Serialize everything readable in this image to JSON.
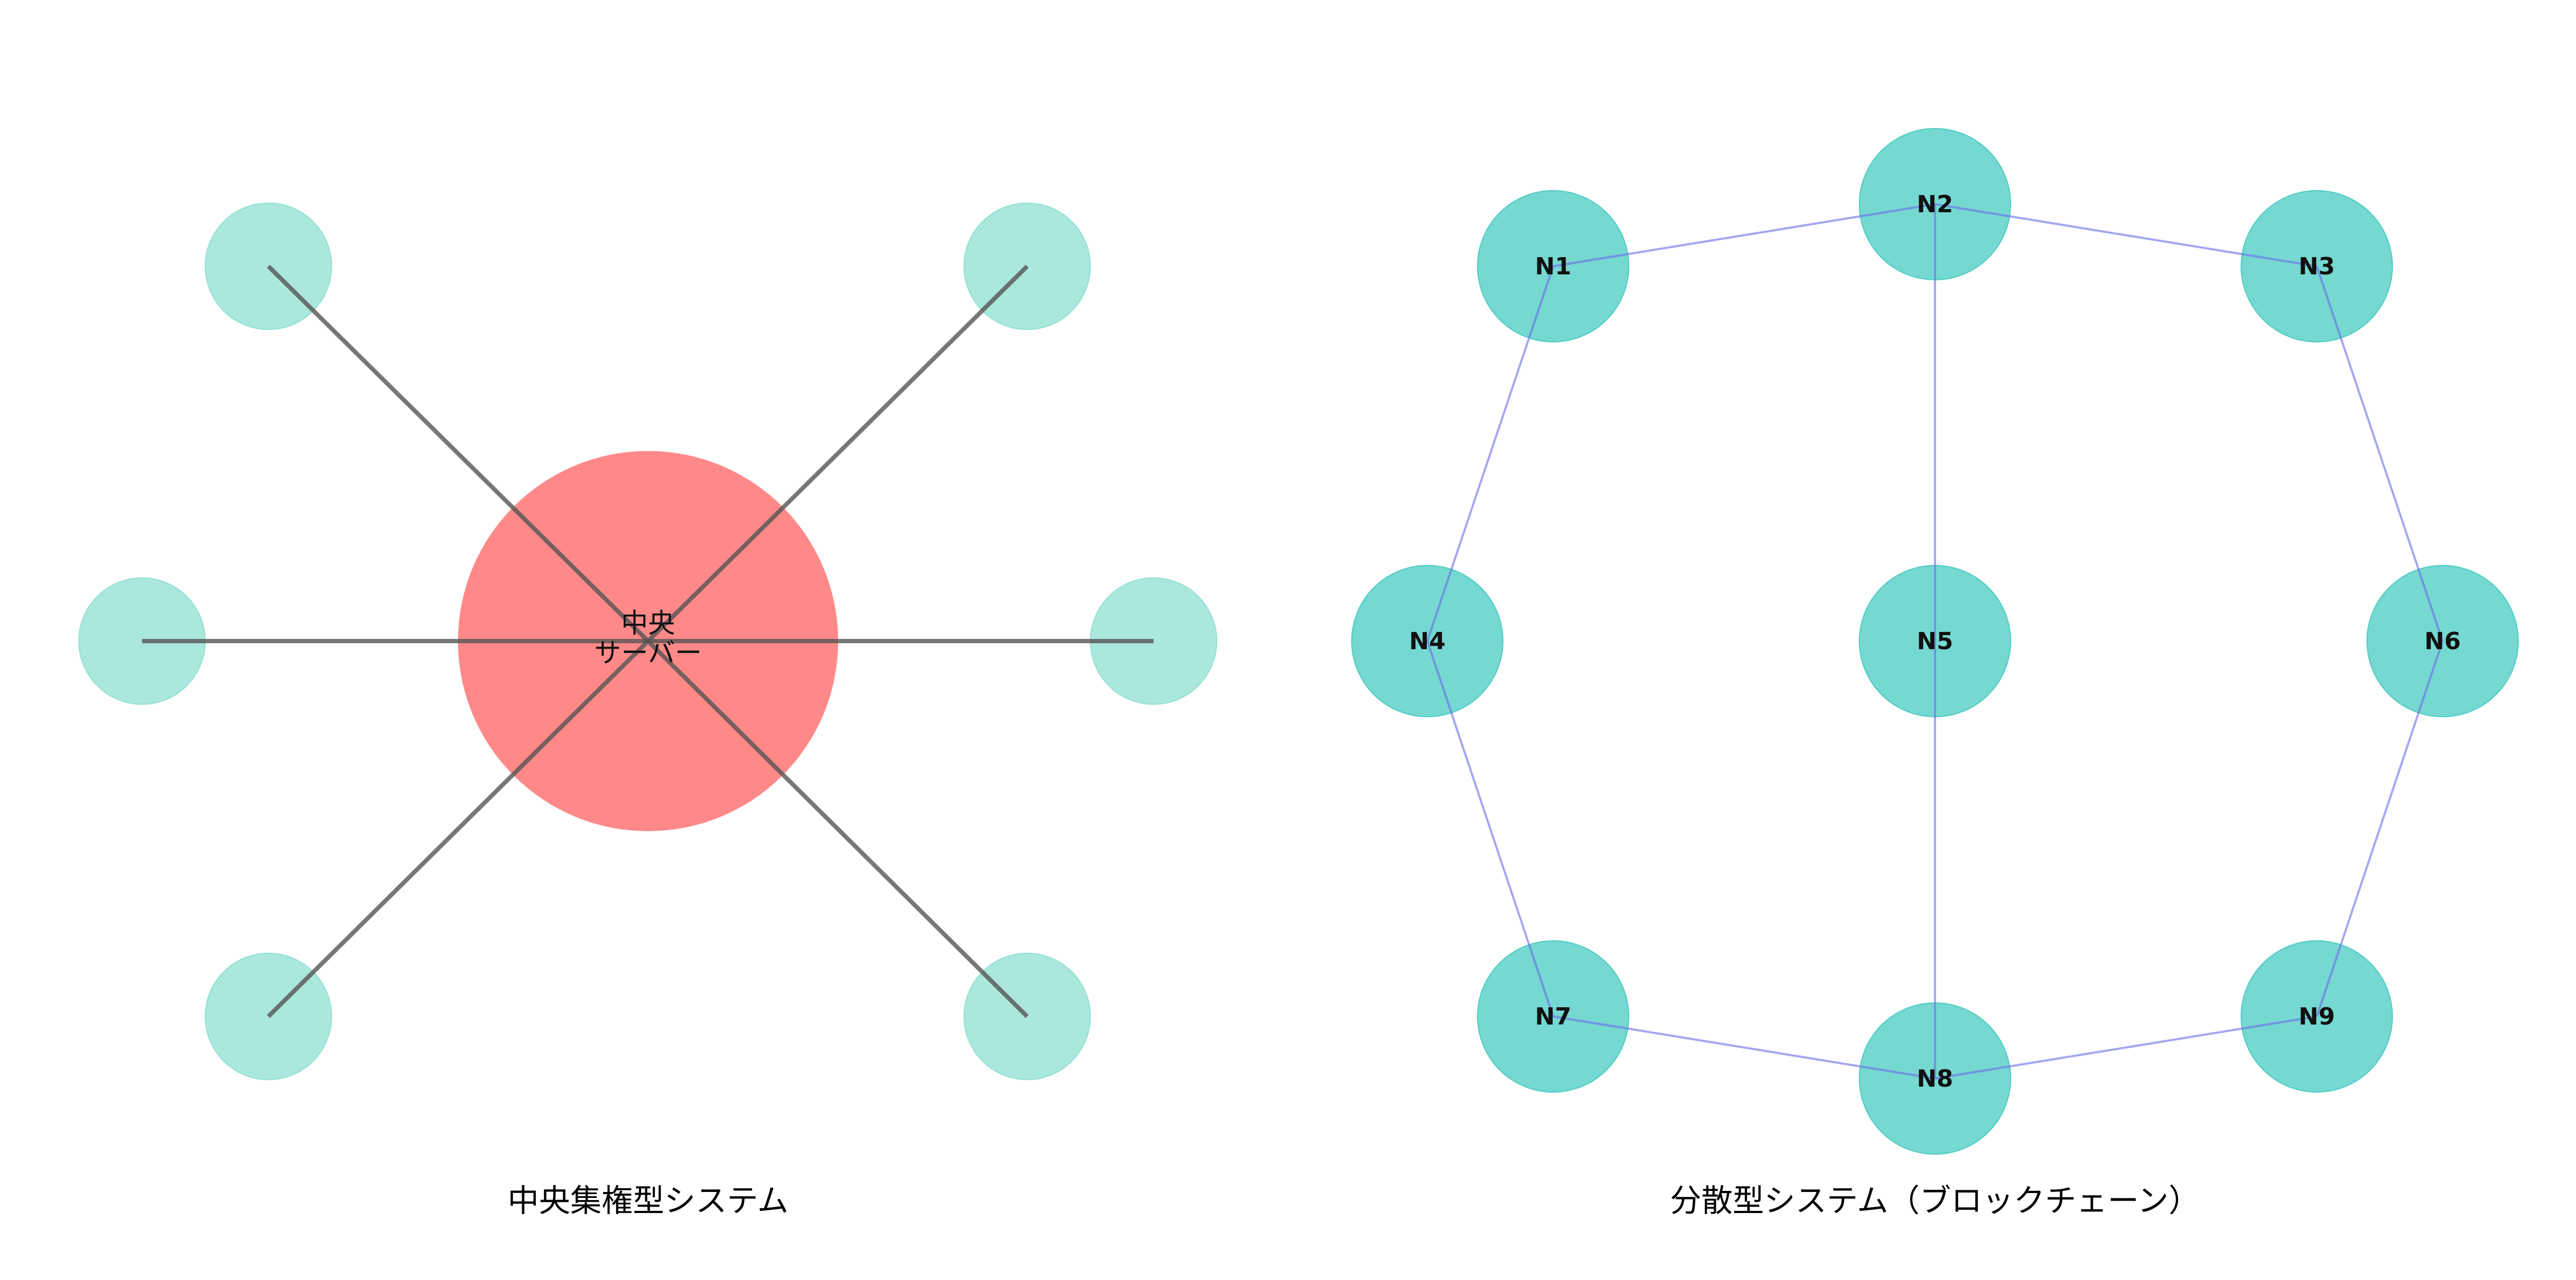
{
  "colors": {
    "server_fill": "#ff6b6b",
    "client_fill": "#95e1d3",
    "spoke_line": "#555555",
    "node_fill": "#4ecdc4",
    "peer_edge": "#6a6ae8",
    "text": "#111111"
  },
  "centralized": {
    "title": "中央集権型システム",
    "server": {
      "label_line1": "中央",
      "label_line2": "サーバー"
    },
    "client_count": 6
  },
  "decentralized": {
    "title": "分散型システム（ブロックチェーン）",
    "nodes": [
      {
        "id": "N1",
        "label": "N1"
      },
      {
        "id": "N2",
        "label": "N2"
      },
      {
        "id": "N3",
        "label": "N3"
      },
      {
        "id": "N4",
        "label": "N4"
      },
      {
        "id": "N5",
        "label": "N5"
      },
      {
        "id": "N6",
        "label": "N6"
      },
      {
        "id": "N7",
        "label": "N7"
      },
      {
        "id": "N8",
        "label": "N8"
      },
      {
        "id": "N9",
        "label": "N9"
      }
    ],
    "edges": [
      [
        "N1",
        "N2"
      ],
      [
        "N2",
        "N3"
      ],
      [
        "N3",
        "N6"
      ],
      [
        "N6",
        "N9"
      ],
      [
        "N9",
        "N8"
      ],
      [
        "N8",
        "N7"
      ],
      [
        "N7",
        "N4"
      ],
      [
        "N4",
        "N1"
      ],
      [
        "N2",
        "N5"
      ],
      [
        "N5",
        "N8"
      ]
    ]
  }
}
